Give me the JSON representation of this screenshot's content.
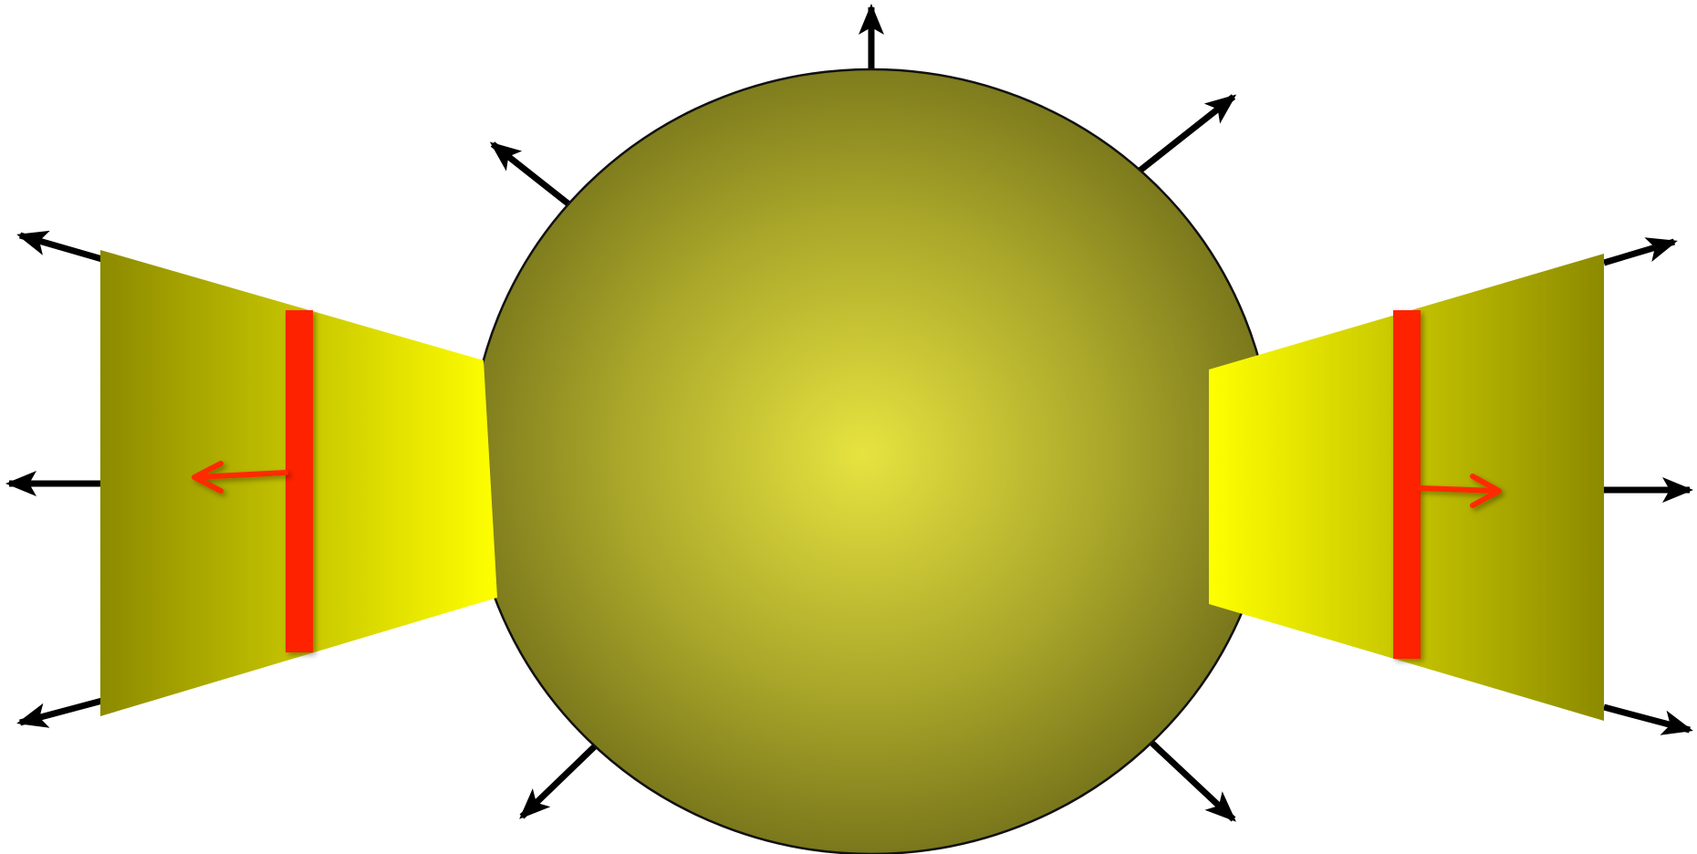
{
  "diagram": {
    "colors": {
      "background": "#ffffff",
      "sphere_center": "#e6e340",
      "sphere_mid": "#a9a62a",
      "sphere_edge": "#6e6c18",
      "sphere_outline": "#111111",
      "cone_bright": "#ffff00",
      "cone_dark": "#8c8a00",
      "plate": "#ff2200",
      "arrow_black": "#000000",
      "arrow_red": "#ff2a00"
    },
    "elements": {
      "sphere": "central-sphere",
      "left_cone": "left-cone",
      "right_cone": "right-cone",
      "left_plate": "left-red-plate",
      "right_plate": "right-red-plate",
      "outward_arrows": 11,
      "plate_arrows": 2
    }
  }
}
